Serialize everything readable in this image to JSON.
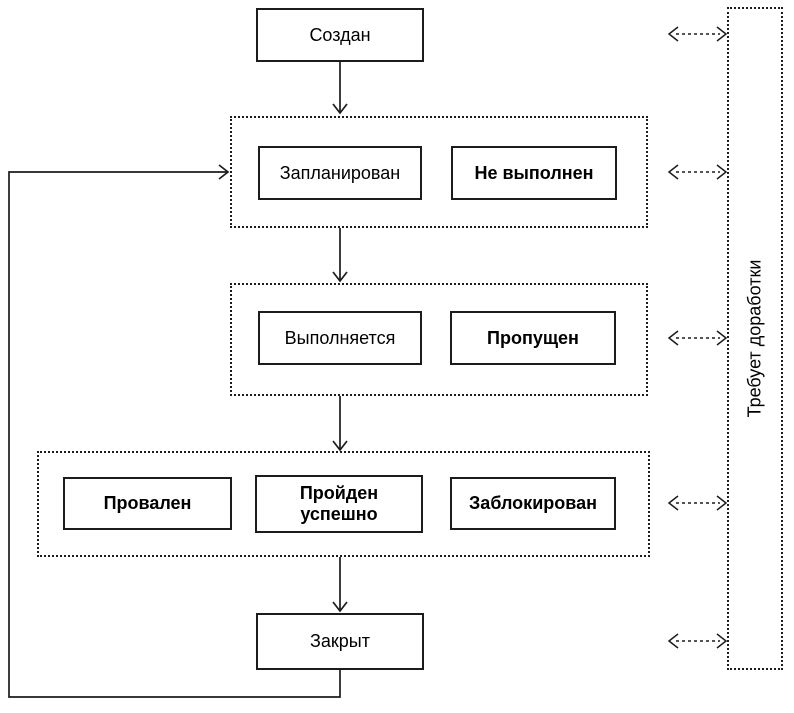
{
  "diagram": {
    "nodes": {
      "created": "Создан",
      "planned": "Запланирован",
      "not_executed": "Не выполнен",
      "in_progress": "Выполняется",
      "skipped": "Пропущен",
      "failed": "Провален",
      "passed": "Пройден успешно",
      "blocked": "Заблокирован",
      "closed": "Закрыт"
    },
    "side_panel": {
      "label": "Требует доработки"
    },
    "colors": {
      "stroke": "#1c1c1c",
      "box_background": "#ffffff",
      "page_background": "#ffffff",
      "text": "#000000"
    }
  }
}
